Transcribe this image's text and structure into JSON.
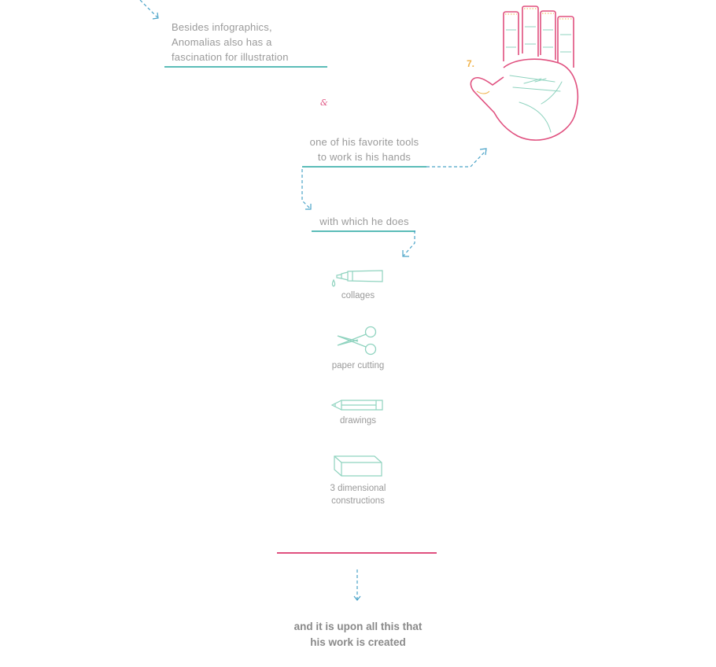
{
  "intro": {
    "lines": [
      "Besides infographics,",
      "Anomalias also has a",
      "fascination for illustration"
    ]
  },
  "ampersand": "&",
  "tools": {
    "line1": "one of his favorite tools",
    "line2": "to work is his hands"
  },
  "hand": {
    "number": "7."
  },
  "with_which": "with which he does",
  "items": [
    {
      "label": "collages",
      "icon": "glue-tube-icon"
    },
    {
      "label": "paper cutting",
      "icon": "scissors-icon"
    },
    {
      "label": "drawings",
      "icon": "pencil-icon"
    },
    {
      "label_line1": "3 dimensional",
      "label_line2": "constructions",
      "icon": "box-icon"
    }
  ],
  "conclusion": {
    "line1": "and it is upon all this that",
    "line2": "his work is created"
  },
  "colors": {
    "teal": "#5bbcb8",
    "blue_dash": "#4aa3c8",
    "pink": "#e0507f",
    "mint": "#8fd3bf",
    "orange": "#f0b24a",
    "text": "#9a9a9a"
  }
}
